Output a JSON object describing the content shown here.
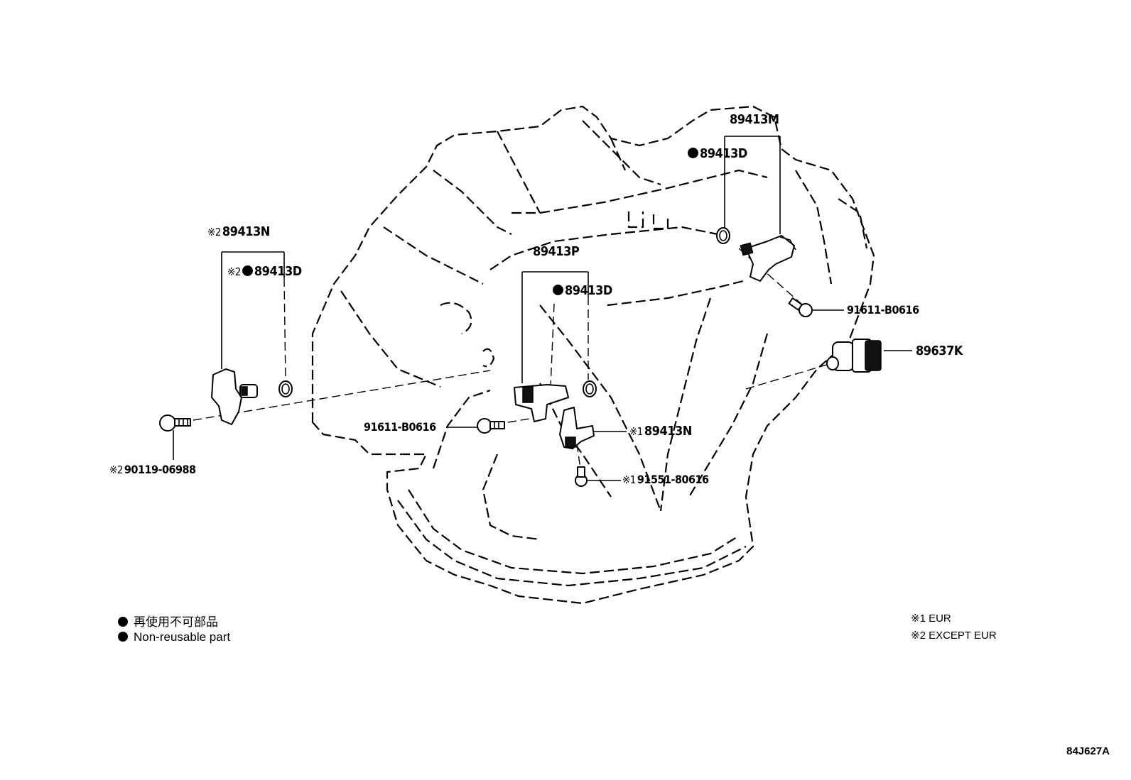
{
  "labels": {
    "top_right_sensor": "89413M",
    "top_right_oring": "89413D",
    "left_sensor": "89413N",
    "left_oring": "89413D",
    "left_bolt": "90119-06988",
    "center_sensor": "89413P",
    "center_oring": "89413D",
    "center_bolt": "91611-B0616",
    "center_eur_sensor": "89413N",
    "center_eur_bolt": "91551-80616",
    "right_bolt": "91611-B0616",
    "pressure_switch": "89637K"
  },
  "marks": {
    "eur": "※1",
    "except_eur": "※2"
  },
  "legend": {
    "japanese": "再使用不可部品",
    "english": "Non-reusable part"
  },
  "notes": {
    "note1": "※1 EUR",
    "note2": "※2 EXCEPT EUR"
  },
  "diagram_code": "84J627A"
}
